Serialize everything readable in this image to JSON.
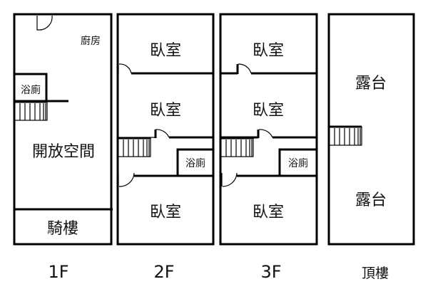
{
  "floors": {
    "f1": {
      "label": "1F",
      "kitchen": "廚房",
      "bath": "浴廁",
      "open_space": "開放空間",
      "arcade": "騎樓"
    },
    "f2": {
      "label": "2F",
      "bedroom1": "臥室",
      "bedroom2": "臥室",
      "bath": "浴廁",
      "bedroom3": "臥室"
    },
    "f3": {
      "label": "3F",
      "bedroom1": "臥室",
      "bedroom2": "臥室",
      "bath": "浴廁",
      "bedroom3": "臥室"
    },
    "roof": {
      "label": "頂樓",
      "terrace1": "露台",
      "terrace2": "露台"
    }
  }
}
